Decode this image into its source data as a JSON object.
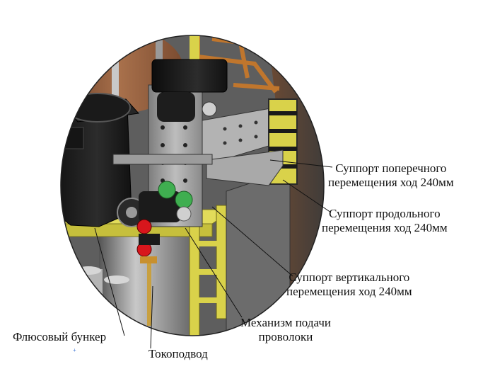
{
  "labels": {
    "cross_support": [
      "Суппорт поперечного",
      "перемещения ход 240мм"
    ],
    "long_support": [
      "Суппорт продольного",
      "перемещения ход 240мм"
    ],
    "vert_support": [
      "Суппорт вертикального",
      "перемещения ход 240мм"
    ],
    "wire_feed": [
      "Механизм подачи",
      "проволоки"
    ],
    "flux_hopper": "Флюсовый бункер",
    "current_lead": "Токоподвод"
  },
  "colors": {
    "frame_yellow": "#d9d24a",
    "motor_black": "#1c1c1c",
    "steel": "#8c8c8c",
    "copper": "#b8733a",
    "brown_tank": "#8a5a3c",
    "button_red": "#d8161c"
  }
}
